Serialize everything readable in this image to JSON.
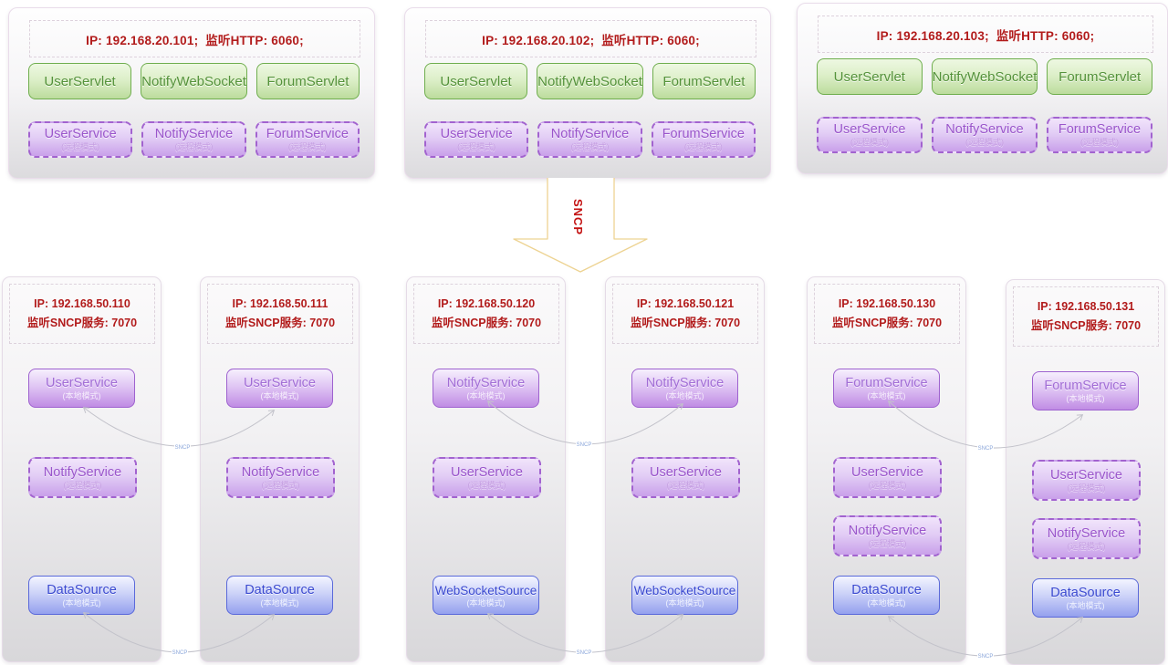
{
  "diagram": {
    "arrow_label": "SNCP",
    "connector_label": "SNCP"
  },
  "colors": {
    "ip_text_red": "#b21b1b",
    "servlet_green": "#6fae4e",
    "service_purple": "#9e62cf",
    "source_blue": "#5a69da",
    "arrow_outline": "#edd392"
  },
  "top_servers": [
    {
      "ip_line": "IP: 192.168.20.101;  监听HTTP: 6060;",
      "servlets": [
        "UserServlet",
        "NotifyWebSocket",
        "ForumServlet"
      ],
      "services": [
        {
          "name": "UserService",
          "mode": "(远程模式)"
        },
        {
          "name": "NotifyService",
          "mode": "(远程模式)"
        },
        {
          "name": "ForumService",
          "mode": "(远程模式)"
        }
      ]
    },
    {
      "ip_line": "IP: 192.168.20.102;  监听HTTP: 6060;",
      "servlets": [
        "UserServlet",
        "NotifyWebSocket",
        "ForumServlet"
      ],
      "services": [
        {
          "name": "UserService",
          "mode": "(远程模式)"
        },
        {
          "name": "NotifyService",
          "mode": "(远程模式)"
        },
        {
          "name": "ForumService",
          "mode": "(远程模式)"
        }
      ]
    },
    {
      "ip_line": "IP: 192.168.20.103;  监听HTTP: 6060;",
      "servlets": [
        "UserServlet",
        "NotifyWebSocket",
        "ForumServlet"
      ],
      "services": [
        {
          "name": "UserService",
          "mode": "(远程模式)"
        },
        {
          "name": "NotifyService",
          "mode": "(远程模式)"
        },
        {
          "name": "ForumService",
          "mode": "(远程模式)"
        }
      ]
    }
  ],
  "bottom_servers": [
    {
      "ip_line1": "IP: 192.168.50.110",
      "ip_line2": "监听SNCP服务: 7070",
      "nodes": [
        {
          "name": "UserService",
          "mode": "(本地模式)"
        },
        {
          "name": "NotifyService",
          "mode": "(远程模式)"
        },
        {
          "name": "DataSource",
          "mode": "(本地模式)"
        }
      ]
    },
    {
      "ip_line1": "IP: 192.168.50.111",
      "ip_line2": "监听SNCP服务: 7070",
      "nodes": [
        {
          "name": "UserService",
          "mode": "(本地模式)"
        },
        {
          "name": "NotifyService",
          "mode": "(远程模式)"
        },
        {
          "name": "DataSource",
          "mode": "(本地模式)"
        }
      ]
    },
    {
      "ip_line1": "IP: 192.168.50.120",
      "ip_line2": "监听SNCP服务: 7070",
      "nodes": [
        {
          "name": "NotifyService",
          "mode": "(本地模式)"
        },
        {
          "name": "UserService",
          "mode": "(远程模式)"
        },
        {
          "name": "WebSocketSource",
          "mode": "(本地模式)"
        }
      ]
    },
    {
      "ip_line1": "IP: 192.168.50.121",
      "ip_line2": "监听SNCP服务: 7070",
      "nodes": [
        {
          "name": "NotifyService",
          "mode": "(本地模式)"
        },
        {
          "name": "UserService",
          "mode": "(远程模式)"
        },
        {
          "name": "WebSocketSource",
          "mode": "(本地模式)"
        }
      ]
    },
    {
      "ip_line1": "IP: 192.168.50.130",
      "ip_line2": "监听SNCP服务: 7070",
      "nodes": [
        {
          "name": "ForumService",
          "mode": "(本地模式)"
        },
        {
          "name": "UserService",
          "mode": "(远程模式)"
        },
        {
          "name": "NotifyService",
          "mode": "(远程模式)"
        },
        {
          "name": "DataSource",
          "mode": "(本地模式)"
        }
      ]
    },
    {
      "ip_line1": "IP: 192.168.50.131",
      "ip_line2": "监听SNCP服务: 7070",
      "nodes": [
        {
          "name": "ForumService",
          "mode": "(本地模式)"
        },
        {
          "name": "UserService",
          "mode": "(远程模式)"
        },
        {
          "name": "NotifyService",
          "mode": "(远程模式)"
        },
        {
          "name": "DataSource",
          "mode": "(本地模式)"
        }
      ]
    }
  ]
}
